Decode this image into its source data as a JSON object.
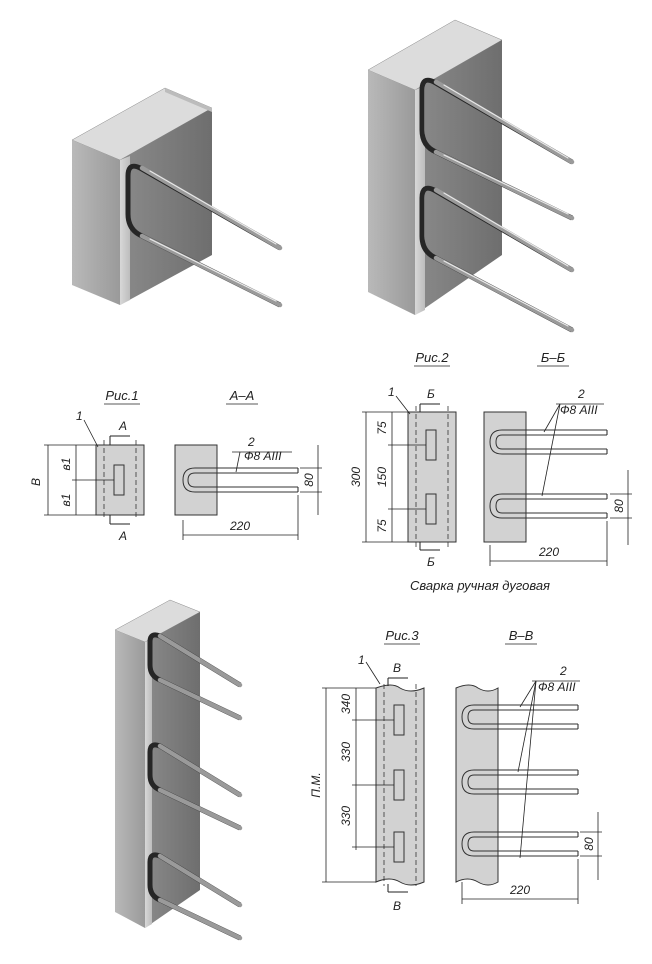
{
  "colors": {
    "steel_light": "#cfcfcf",
    "steel_mid": "#a9a9a9",
    "steel_dark": "#7c7c7c",
    "rod": "#9a9a9a",
    "line": "#222222"
  },
  "fig1": {
    "title": "Рис.1",
    "section_title": "А–А",
    "cut_top": "А",
    "cut_bottom": "А",
    "dim_height": "В",
    "dim_upper": "в1",
    "dim_lower": "в1",
    "pos_channel": "1",
    "pos_bar": "2",
    "bar_spec": "Ф8 АIII",
    "dim_loop": "80",
    "dim_length": "220"
  },
  "fig2": {
    "title": "Рис.2",
    "section_title": "Б–Б",
    "cut_top": "Б",
    "cut_bottom": "Б",
    "pos_channel": "1",
    "pos_bar": "2",
    "bar_spec": "Ф8 АIII",
    "dim_total": "300",
    "dim_top": "75",
    "dim_mid": "150",
    "dim_bottom": "75",
    "dim_loop": "80",
    "dim_length": "220",
    "welding_note": "Сварка ручная дуговая"
  },
  "fig3": {
    "title": "Рис.3",
    "section_title": "В–В",
    "cut_top": "В",
    "cut_bottom": "В",
    "pos_channel": "1",
    "pos_bar": "2",
    "bar_spec": "Ф8 АIII",
    "dim_total": "П.М.",
    "dim_first": "340",
    "dim_second": "330",
    "dim_third": "330",
    "dim_loop": "80",
    "dim_length": "220"
  }
}
